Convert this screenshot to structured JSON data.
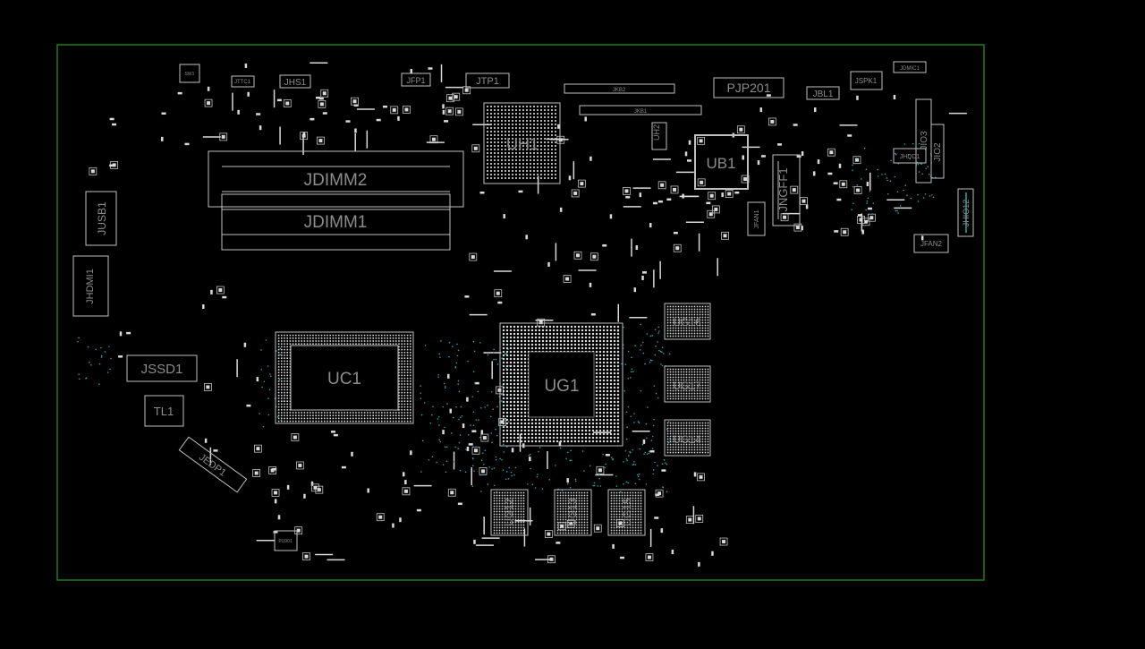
{
  "colors": {
    "background": "#000000",
    "board_outline": "#1f7a1f",
    "silkscreen": "#bfbfbf",
    "label": "#8c8c8c",
    "pad": "#d9d9d9",
    "via": "#2aa7a7"
  },
  "components": {
    "sw1": "SW1",
    "jttc1": "JTTC1",
    "jhs1": "JHS1",
    "jfp1": "JFP1",
    "jtp1": "JTP1",
    "jkb2": "JKB2",
    "jkb1": "JKB1",
    "pjp201": "PJP201",
    "jbl1": "JBL1",
    "jspk1": "JSPK1",
    "jdmic1": "JDMIC1",
    "uh1": "UH1",
    "uh2": "UH2",
    "ub1": "UB1",
    "jngff1": "JNGFF1",
    "jfan1": "JFAN1",
    "jfan2": "JFAN2",
    "jio3": "JIO3",
    "jio2": "JIO2",
    "jhdd1": "JHDD1",
    "jhio12": "JHIO12",
    "jdimm2": "JDIMM2",
    "jdimm1": "JDIMM1",
    "jusb1": "JUSB1",
    "jhdmi1": "JHDMI1",
    "jssd1": "JSSD1",
    "tl1": "TL1",
    "jedp1": "JEDP1",
    "uc1": "UC1",
    "ug1": "UG1",
    "ug16": "UG16",
    "ug17": "UG17",
    "ug14": "UG14",
    "ug12": "UG12",
    "ug13": "UG13",
    "ug15": "UG15",
    "pu901": "PU901"
  }
}
